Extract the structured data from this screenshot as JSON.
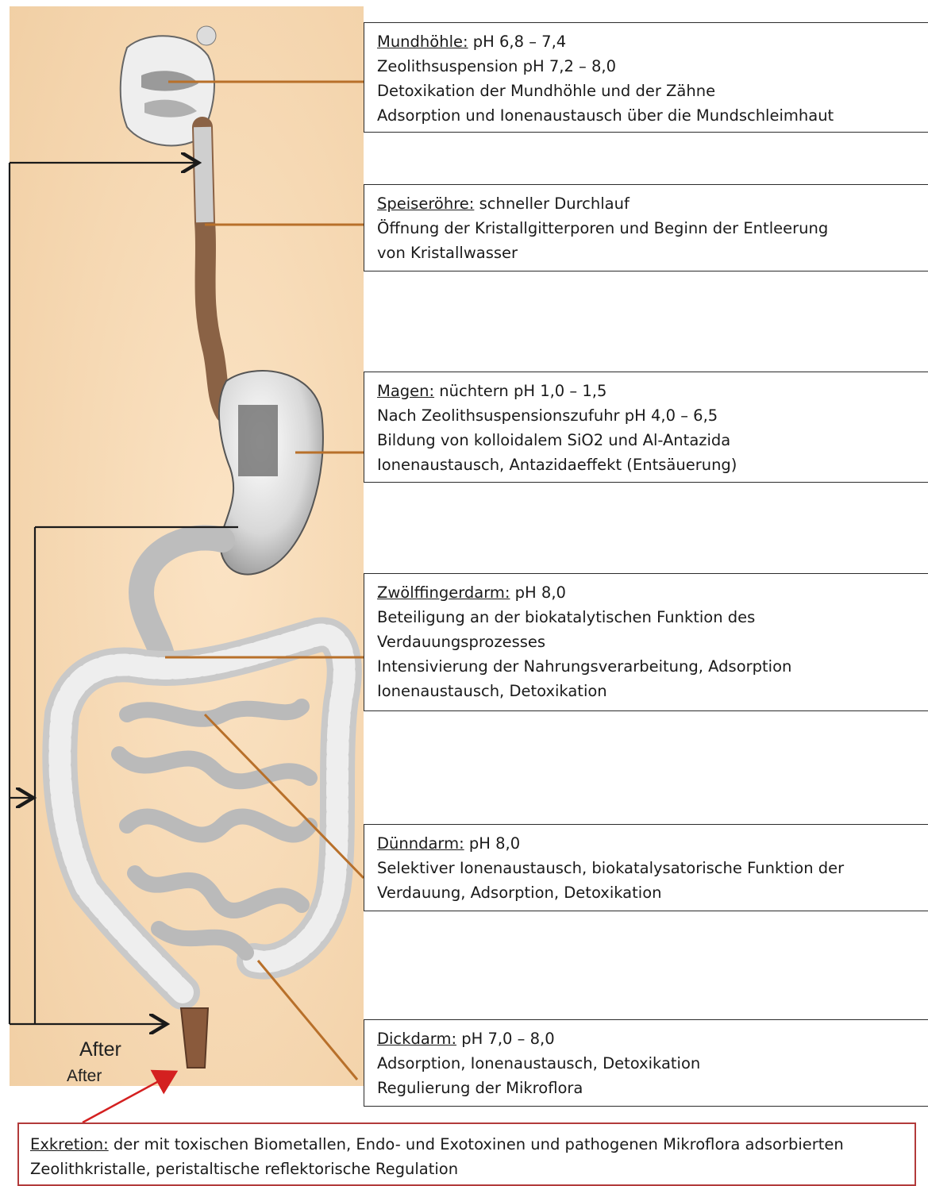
{
  "boxes": {
    "mundhoehle": {
      "heading": "Mundhöhle:",
      "heading_rest": " pH 6,8 – 7,4",
      "lines": [
        "Zeolithsuspension pH 7,2 – 8,0",
        "Detoxikation der Mundhöhle und der Zähne",
        "Adsorption und Ionenaustausch über die Mundschleimhaut"
      ]
    },
    "speiseroehre": {
      "heading": "Speiseröhre:",
      "heading_rest": " schneller Durchlauf",
      "lines": [
        "Öffnung der Kristallgitterporen und Beginn der Entleerung",
        "von Kristallwasser"
      ]
    },
    "magen": {
      "heading": "Magen:",
      "heading_rest": " nüchtern pH 1,0 – 1,5",
      "lines": [
        "Nach Zeolithsuspensionszufuhr pH 4,0 – 6,5",
        "Bildung von kolloidalem SiO2 und Al-Antazida",
        "Ionenaustausch, Antazidaeffekt (Entsäuerung)"
      ]
    },
    "zwoelffingerdarm": {
      "heading": "Zwölffingerdarm:",
      "heading_rest": " pH 8,0",
      "lines": [
        "Beteiligung an der biokatalytischen Funktion des",
        "Verdauungsprozesses",
        "Intensivierung der Nahrungsverarbeitung, Adsorption",
        "Ionenaustausch, Detoxikation"
      ]
    },
    "duenndarm": {
      "heading": "Dünndarm:",
      "heading_rest": " pH 8,0",
      "lines": [
        "Selektiver Ionenaustausch, biokatalysatorische Funktion der",
        "Verdauung, Adsorption, Detoxikation"
      ]
    },
    "dickdarm": {
      "heading": "Dickdarm:",
      "heading_rest": " pH 7,0 – 8,0",
      "lines": [
        "Adsorption, Ionenaustausch, Detoxikation",
        "Regulierung der Mikroflora"
      ]
    },
    "exkretion": {
      "heading": "Exkretion:",
      "heading_rest": " der mit toxischen Biometallen, Endo- und Exotoxinen und pathogenen Mikroflora adsorbierten",
      "lines": [
        "Zeolithkristalle, peristaltische reflektorische Regulation"
      ]
    }
  },
  "after_label_large": "After",
  "after_label_small": "After",
  "colors": {
    "panel_background": "#f6d9b5",
    "leader_line": "#b8702a",
    "exkretion_border": "#b23a3a",
    "arrow_red": "#d42020"
  }
}
